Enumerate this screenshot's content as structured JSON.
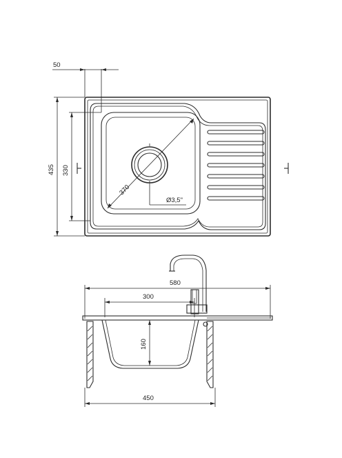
{
  "dimensions": {
    "flange_offset": "50",
    "overall_depth": "435",
    "bowl_depth": "330",
    "bowl_diagonal": "370",
    "drain_diameter": "Ø3,5\"",
    "overall_width": "580",
    "bowl_width": "300",
    "bowl_height": "160",
    "cabinet_width": "450"
  },
  "views": [
    "top-view",
    "side-section-view"
  ],
  "drainboard_groove_count": 7
}
